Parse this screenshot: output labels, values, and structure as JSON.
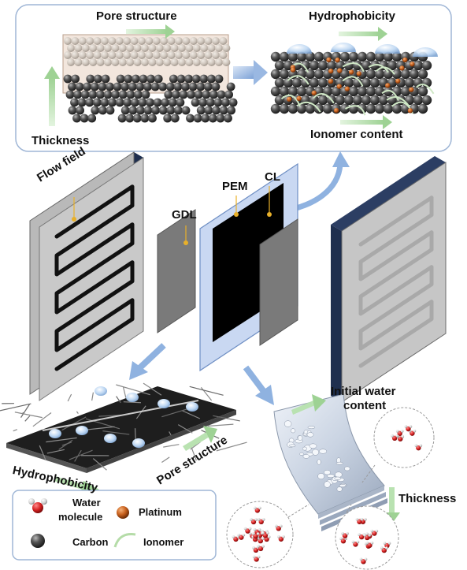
{
  "colors": {
    "carbon": "#3c3c3c",
    "platinum": "#c8611e",
    "arrow_green": "#a8d8a0",
    "arrow_blue": "#8fb2e0",
    "panel_border": "#9fb6d6",
    "pem_blue": "#c9d8f2",
    "plate_side": "#2c3e63"
  },
  "catalyst_panel": {
    "pore_structure": "Pore structure",
    "hydrophobicity": "Hydrophobicity",
    "thickness": "Thickness",
    "ionomer_content": "Ionomer content"
  },
  "components": {
    "flow_field": "Flow field",
    "gdl": "GDL",
    "pem": "PEM",
    "cl": "CL"
  },
  "gdl_detail": {
    "hydrophobicity": "Hydrophobicity",
    "pore_structure": "Pore structure"
  },
  "membrane_detail": {
    "initial_water_line1": "Initial water",
    "initial_water_line2": "content",
    "thickness": "Thickness"
  },
  "legend": {
    "water_line1": "Water",
    "water_line2": "molecule",
    "platinum": "Platinum",
    "carbon": "Carbon",
    "ionomer": "Ionomer"
  }
}
